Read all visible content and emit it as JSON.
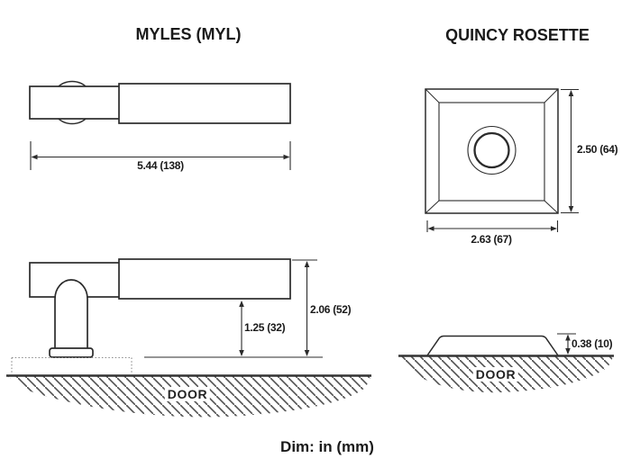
{
  "myles": {
    "title": "MYLES (MYL)",
    "top_view": {
      "length_dim": "5.44 (138)"
    },
    "side_view": {
      "height_to_grip_dim": "1.25 (32)",
      "overall_height_dim": "2.06 (52)",
      "door_label": "DOOR"
    }
  },
  "quincy": {
    "title": "QUINCY ROSETTE",
    "face_view": {
      "height_dim": "2.50 (64)",
      "width_dim": "2.63 (67)"
    },
    "profile_view": {
      "thickness_dim": "0.38 (10)",
      "door_label": "DOOR"
    }
  },
  "footer": {
    "units_note": "Dim: in (mm)"
  },
  "colors": {
    "line": "#2b2b2b",
    "hatch": "#4f4f4f",
    "text": "#1a1a1a",
    "background": "#ffffff"
  }
}
